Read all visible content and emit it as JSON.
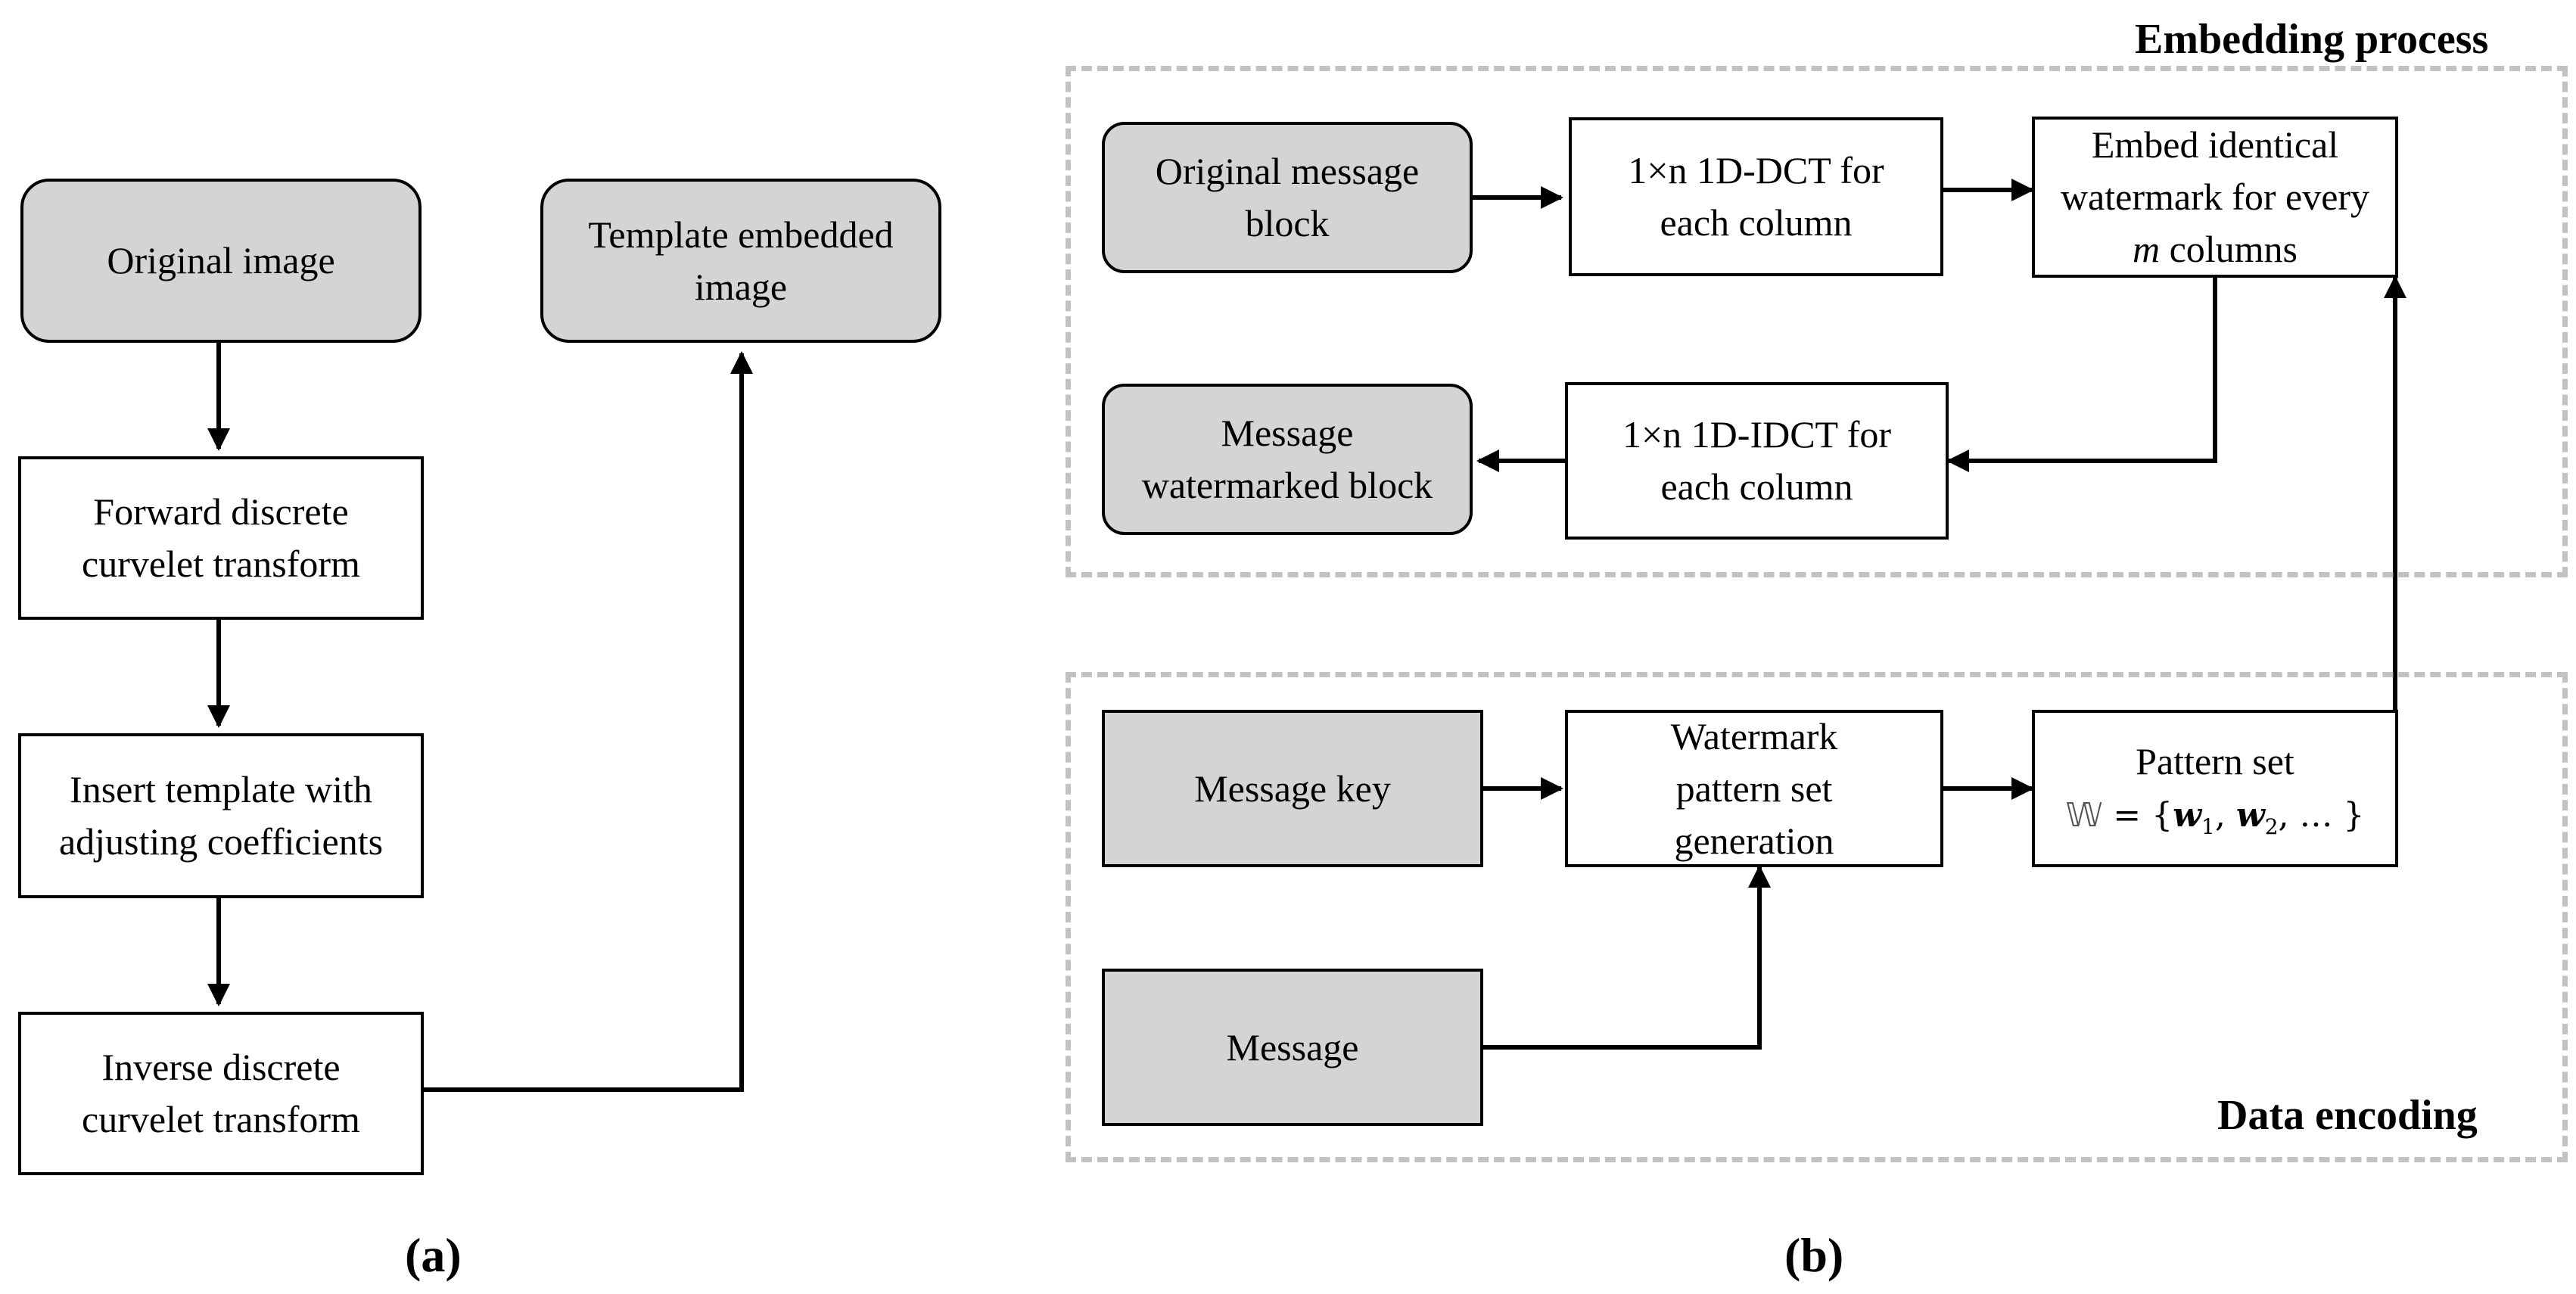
{
  "panel_a": {
    "caption": "(a)",
    "boxes": {
      "original_image": "Original image",
      "template_embedded_image": "Template embedded image",
      "forward_transform": "Forward discrete curvelet transform",
      "insert_template": "Insert template with adjusting coefficients",
      "inverse_transform": "Inverse discrete curvelet transform"
    }
  },
  "panel_b": {
    "caption": "(b)",
    "embedding_group_title": "Embedding process",
    "encoding_group_title": "Data encoding",
    "boxes": {
      "original_message_block": "Original message block",
      "dct": "1×n 1D-DCT for each column",
      "embed_identical_line1": "Embed identical watermark for every",
      "embed_identical_m": "m",
      "embed_identical_line2": "columns",
      "message_watermarked_block": "Message watermarked block",
      "idct": "1×n 1D-IDCT for each column",
      "message_key": "Message key",
      "pattern_generation": "Watermark pattern set generation",
      "pattern_set_label": "Pattern set",
      "pattern_set_formula": {
        "symbol": "𝕎",
        "equals": "= {",
        "w1": "w",
        "w1_sub": "1",
        "sep": ",",
        "w2": "w",
        "w2_sub": "2",
        "tail": ", … }"
      },
      "message": "Message"
    }
  }
}
